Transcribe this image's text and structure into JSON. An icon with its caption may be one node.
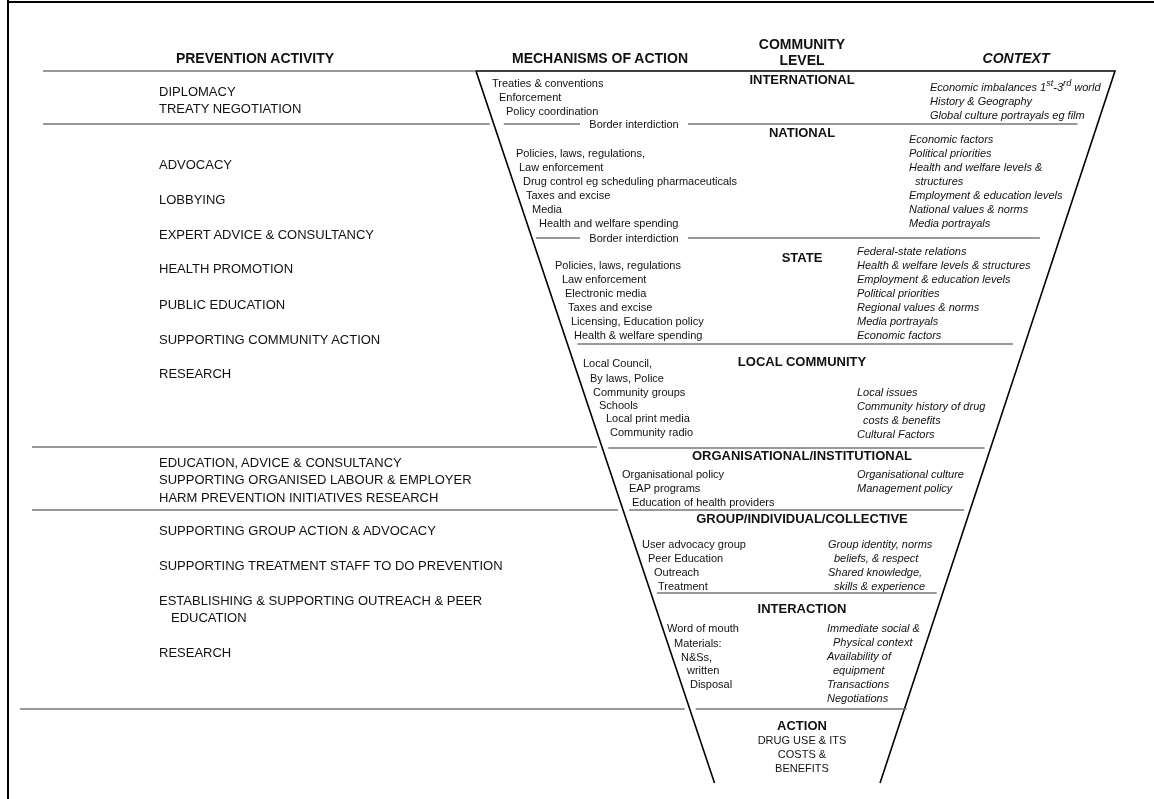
{
  "diagram": {
    "nodes": [
      {
        "text": [
          "INTERNATIONAL",
          "Treaties & conventions",
          "Enforcement",
          "Policy coordination",
          "Economic imbalances 1$^{st}$-3$^{rd}$ world",
          "History & Geography",
          "Global culture portrayals eg film"
        ]
      },
      {
        "text": [
          "NATIONAL",
          "Policies, laws, regulations,",
          "Law enforcement",
          "Drug control eg scheduling pharmaceuticals",
          "Taxes and excise",
          "Media",
          "Health and welfare spending",
          "Economic factors",
          "Political priorities",
          "Health and welfare levels & structures",
          "Employment & education levels",
          "National values & norms",
          "Media portrayals"
        ]
      },
      {
        "text": [
          "STATE",
          "Policies, laws, regulations",
          "Law enforcement",
          "Electronic media",
          "Taxes and excise",
          "Licensing, Education policy",
          "Health & welfare spending",
          "Federal-state relations",
          "Health & welfare levels & structures",
          "Employment & education levels",
          "Political priorities",
          "Regional values & norms",
          "Media portrayals",
          "Economic factors"
        ]
      },
      {
        "text": [
          "LOCAL COMMUNITY",
          "Local Council,",
          "By laws, Police",
          "Community groups",
          "Schools",
          "Local print media",
          "Community radio",
          "Local issues",
          "Community history of drug costs & benefits",
          "Cultural Factors"
        ]
      },
      {
        "text": [
          "ORGANISATIONAL/INSTITUTIONAL",
          "Organisational policy",
          "EAP programs",
          "Education of health providers",
          "Organisational culture",
          "Management policy"
        ]
      },
      {
        "text": [
          "GROUP/INDIVIDUAL/COLLECTIVE",
          "User advocacy group",
          "Peer Education",
          "Outreach",
          "Treatment",
          "Group identity, norms beliefs, & respect",
          "Shared knowledge, skills & experience"
        ]
      },
      {
        "text": [
          "INTERACTION",
          "Word of mouth",
          "Materials:",
          "N&Ss,",
          "written",
          "Disposal",
          "Immediate social & Physical context",
          "Availability of equipment",
          "Transactions",
          "Negotiations"
        ]
      },
      {
        "text": [
          "ACTION",
          "DRUG USE & ITS COSTS & BENEFITS"
        ]
      }
    ],
    "labels": [
      "PREVENTION ACTIVITY",
      "MECHANISMS OF ACTION",
      "COMMUNITY LEVEL",
      "CONTEXT",
      "DIPLOMACY",
      "TREATY NEGOTIATION",
      "Border interdiction",
      "ADVOCACY",
      "LOBBYING",
      "EXPERT ADVICE & CONSULTANCY",
      "Border interdiction",
      "HEALTH PROMOTION",
      "PUBLIC EDUCATION",
      "SUPPORTING COMMUNITY ACTION",
      "RESEARCH",
      "EDUCATION, ADVICE & CONSULTANCY",
      "SUPPORTING ORGANISED LABOUR & EMPLOYER",
      "HARM PREVENTION INITIATIVES RESEARCH",
      "SUPPORTING GROUP ACTION & ADVOCACY",
      "SUPPORTING TREATMENT STAFF TO DO PREVENTION",
      "ESTABLISHING & SUPPORTING OUTREACH & PEER EDUCATION",
      "RESEARCH"
    ]
  }
}
